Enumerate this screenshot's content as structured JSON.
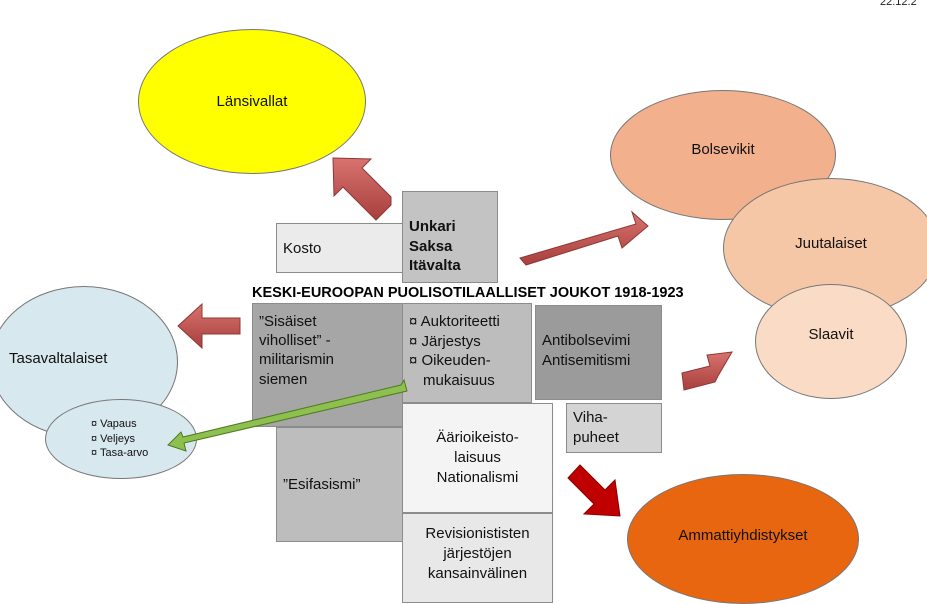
{
  "stamp": "22.12.2",
  "title": "KESKI-EUROOPAN PUOLISOTILAALLISET JOUKOT 1918-1923",
  "ellipses": {
    "lansivallat": "Länsivallat",
    "bolsevikit": "Bolsevikit",
    "juutalaiset": "Juutalaiset",
    "slaavit": "Slaavit",
    "tasavaltalaiset": "Tasavaltalaiset",
    "ammattiyhdistykset": "Ammattiyhdistykset",
    "values": [
      "¤ Vapaus",
      "¤ Veljeys",
      "¤ Tasa-arvo"
    ]
  },
  "boxes": {
    "kosto": "Kosto",
    "countries": [
      "Unkari",
      "Saksa",
      "Itävalta"
    ],
    "sisaiset": [
      "”Sisäiset",
      "viholliset” -",
      "militarismin",
      "siemen"
    ],
    "principles": [
      "¤ Auktoriteetti",
      "¤ Järjestys",
      "¤ Oikeuden-",
      "mukaisuus"
    ],
    "antibolsevismi": [
      "Antibolsevimi",
      "Antisemitismi"
    ],
    "vihapuheet": [
      "Viha-",
      "puheet"
    ],
    "aarioikeisto": [
      "Äärioikeisto-",
      "laisuus",
      "Nationalismi"
    ],
    "esifasismi": "”Esifasismi”",
    "revisionistisia": [
      "Revisionististen",
      "järjestöjen",
      "kansainvälinen"
    ]
  },
  "colors": {
    "yellow": "#ffff00",
    "bolsevikit": "#f2b08c",
    "juutalaiset": "#f6c7a6",
    "slaavit": "#fadcc6",
    "light_blue": "#d8e8ef",
    "orange": "#e8660f",
    "arrow_red": "#c0504d",
    "arrow_bright_red": "#c00000",
    "arrow_green": "#8ec04f"
  }
}
